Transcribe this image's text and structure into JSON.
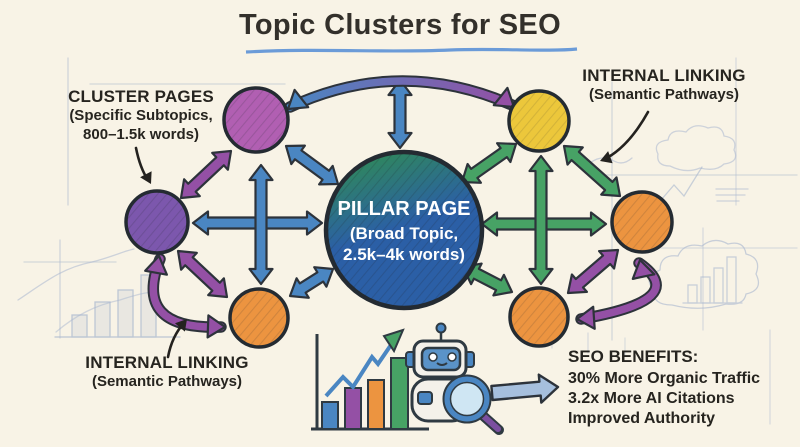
{
  "title": "Topic Clusters for SEO",
  "pillar": {
    "heading": "PILLAR PAGE",
    "sub1": "(Broad Topic,",
    "sub2": "2.5k–4k words)"
  },
  "labels": {
    "cluster_pages": {
      "heading": "CLUSTER PAGES",
      "sub1": "(Specific Subtopics,",
      "sub2": "800–1.5k words)"
    },
    "internal_linking_top": {
      "heading": "INTERNAL LINKING",
      "sub": "(Semantic Pathways)"
    },
    "internal_linking_bottom": {
      "heading": "INTERNAL LINKING",
      "sub": "(Semantic Pathways)"
    }
  },
  "seo_benefits": {
    "heading": "SEO BENEFITS:",
    "items": [
      "30% More Organic Traffic",
      "3.2x More AI Citations",
      "Improved Authority"
    ]
  },
  "nodes": {
    "pillar": {
      "id": "pillar",
      "color_keys": [
        "pillar_green",
        "pillar_blue"
      ]
    },
    "clusters": [
      {
        "id": "top-left",
        "color_key": "cluster_purple_light"
      },
      {
        "id": "left",
        "color_key": "cluster_purple_dark"
      },
      {
        "id": "bottom-left",
        "color_key": "cluster_orange"
      },
      {
        "id": "top-right",
        "color_key": "cluster_yellow"
      },
      {
        "id": "right",
        "color_key": "cluster_orange"
      },
      {
        "id": "bottom-right",
        "color_key": "cluster_orange"
      }
    ]
  },
  "palette": {
    "background": "#f8f3e6",
    "ink": "#26241f",
    "underline_blue": "#6b9bd8",
    "pillar_green": "#2f8a58",
    "pillar_blue": "#2b5fa6",
    "cluster_purple_light": "#b15fb2",
    "cluster_purple_dark": "#7c57ad",
    "cluster_yellow": "#ecc73b",
    "cluster_orange": "#ec9440",
    "arrow_blue": "#4a86c2",
    "arrow_green": "#47a265",
    "arrow_purple": "#9450a5",
    "annotation_black": "#24221f",
    "pencil": "#a9b7cf",
    "pointer_arrow_fill": "#a6bfdd",
    "robot_blue": "#5a93c8",
    "lens_fill": "#cfe6f3",
    "handle_purple": "#7b4fa0"
  },
  "icons": {
    "robot": "robot-icon",
    "magnifier": "magnifying-glass-icon",
    "growth_chart": "growth-chart-icon",
    "pointer": "right-arrow-icon",
    "clouds": "cloud-sketch-icon"
  }
}
